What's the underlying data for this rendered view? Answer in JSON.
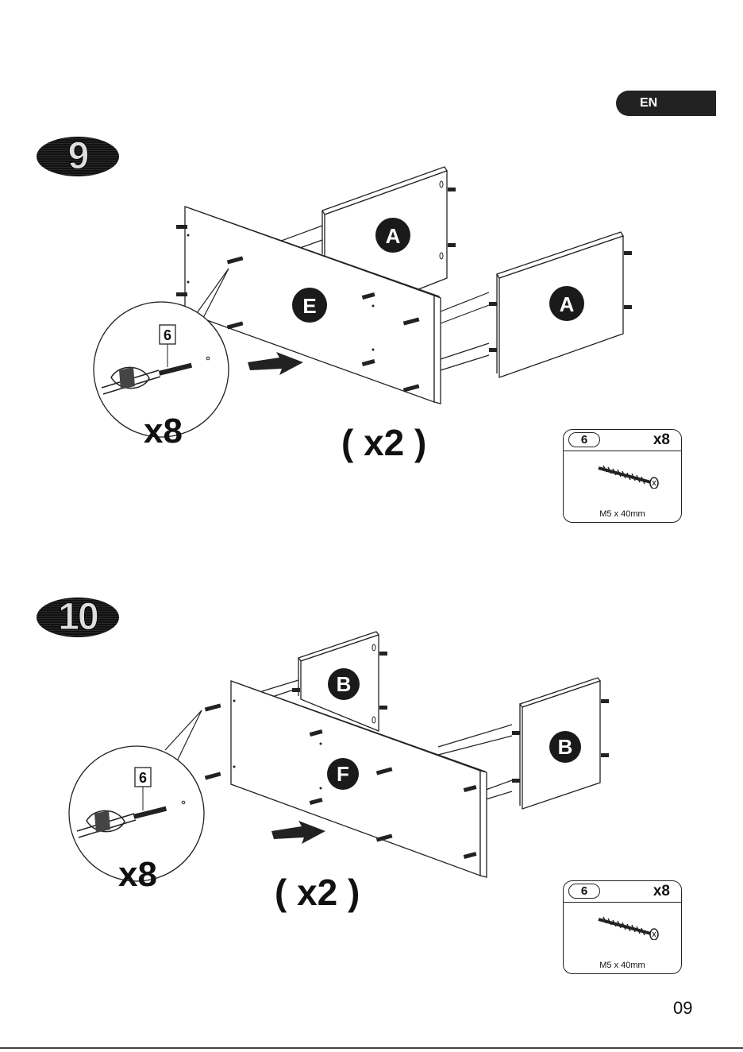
{
  "header": {
    "language": "EN"
  },
  "steps": [
    {
      "number": "9",
      "panels": {
        "back": "A",
        "front": "E",
        "side": "A"
      },
      "callout_part": "6",
      "quantity": "x8",
      "sets": "( x2 )",
      "hardware": {
        "id": "6",
        "qty": "x8",
        "size": "M5 x 40mm",
        "icon": "screw-icon"
      }
    },
    {
      "number": "10",
      "panels": {
        "back": "B",
        "front": "F",
        "side": "B"
      },
      "callout_part": "6",
      "quantity": "x8",
      "sets": "( x2 )",
      "hardware": {
        "id": "6",
        "qty": "x8",
        "size": "M5 x 40mm",
        "icon": "screw-icon"
      }
    }
  ],
  "footer": {
    "page_number": "09"
  }
}
